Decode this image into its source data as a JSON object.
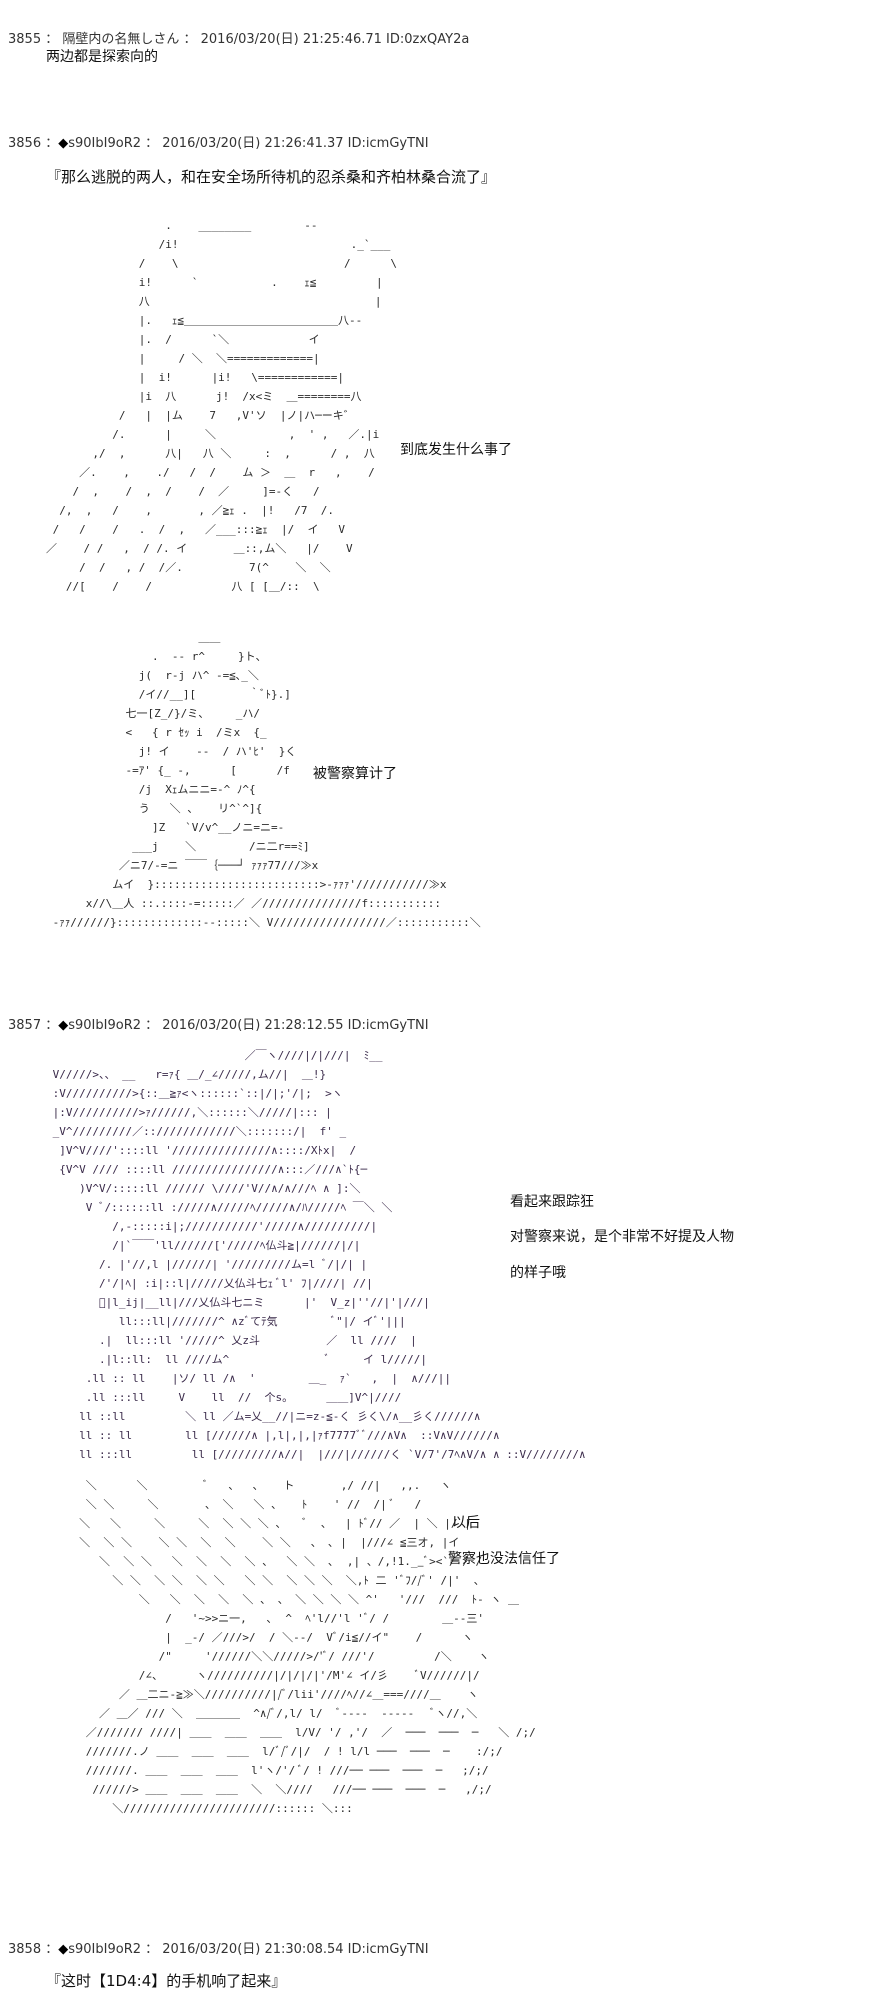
{
  "posts": [
    {
      "number": "3855",
      "name": "隔壁内の名無しさん",
      "datetime": "2016/03/20(日) 21:25:46.71",
      "id": "ID:0zxQAY2a",
      "body": "两边都是探索向的"
    },
    {
      "number": "3856",
      "mark": "◆",
      "name": "s90IbI9oR2",
      "datetime": "2016/03/20(日) 21:26:41.37",
      "id": "ID:icmGyTNI",
      "quote": "『那么逃脱的两人，和在安全场所待机的忍杀桑和齐柏林桑合流了』",
      "captions": [
        "到底发生什么事了",
        "被警察算计了"
      ]
    },
    {
      "number": "3857",
      "mark": "◆",
      "name": "s90IbI9oR2",
      "datetime": "2016/03/20(日) 21:28:12.55",
      "id": "ID:icmGyTNI",
      "captions": [
        "看起来跟踪狂",
        "对警察来说，是个非常不好提及人物",
        "的样子哦",
        "以后",
        "警察也没法信任了"
      ]
    },
    {
      "number": "3858",
      "mark": "◆",
      "name": "s90IbI9oR2",
      "datetime": "2016/03/20(日) 21:30:08.54",
      "id": "ID:icmGyTNI",
      "quote": "『这时【1D4:4】的手机响了起来』"
    }
  ]
}
